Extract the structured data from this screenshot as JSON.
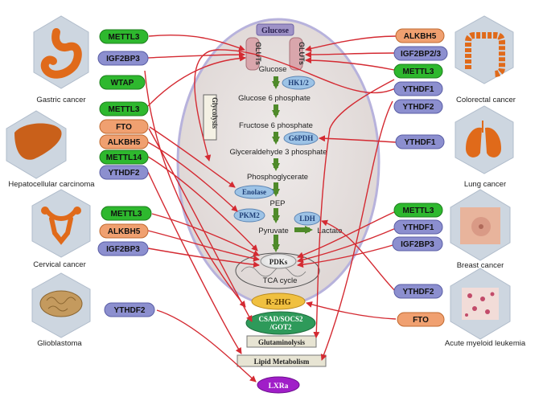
{
  "cell": {
    "glucose_top": "Glucose",
    "gluts_left": "GLUTs",
    "gluts_right": "GLUTs",
    "glycolysis": "Glycolysis",
    "glycolysis_chain": [
      "Glucose",
      "Glucose 6 phosphate",
      "Fructose 6 phosphate",
      "Glyceraldehyde 3 phosphate",
      "Phosphoglycerate",
      "PEP",
      "Pyruvate"
    ],
    "lactate": "Lactate",
    "enzymes": {
      "hk": "HK1/2",
      "g6pdh": "G6PDH",
      "enolase": "Enolase",
      "pkm2": "PKM2",
      "ldh": "LDH",
      "pdks": "PDKs"
    },
    "tca": "TCA cycle"
  },
  "lower": {
    "r2hg": "R-2HG",
    "csad": [
      "CSAD/SOCS2",
      "/GOT2"
    ],
    "glutaminolysis": "Glutaminolysis",
    "lipid": "Lipid Metabolism",
    "lxra": "LXRa"
  },
  "cancers": {
    "gastric": "Gastric cancer",
    "hcc": "Hepatocellular carcinoma",
    "cervical": "Cervical cancer",
    "glioblastoma": "Glioblastoma",
    "colorectal": "Colorectal cancer",
    "lung": "Lung cancer",
    "breast": "Breast cancer",
    "aml": "Acute myeloid leukemia"
  },
  "left_regulators": {
    "gastric": [
      "METTL3",
      "IGF2BP3",
      "WTAP"
    ],
    "hcc": [
      "METTL3",
      "FTO",
      "ALKBH5",
      "METTL14",
      "YTHDF2"
    ],
    "cervical": [
      "METTL3",
      "ALKBH5",
      "IGF2BP3"
    ],
    "glioblastoma": [
      "YTHDF2"
    ]
  },
  "right_regulators": {
    "colorectal": [
      "ALKBH5",
      "IGF2BP2/3",
      "METTL3",
      "YTHDF1",
      "YTHDF2"
    ],
    "lung": [
      "YTHDF1"
    ],
    "breast": [
      "METTL3",
      "YTHDF1",
      "IGF2BP3"
    ],
    "aml_top": [
      "YTHDF2"
    ],
    "aml": [
      "FTO"
    ]
  },
  "colors": {
    "writer_green": "#2eb82e",
    "reader_purple": "#8c8fcf",
    "eraser_orange": "#f0a070",
    "arrow_red": "#d42a32",
    "cell_fill": "#e9e3e2",
    "membrane": "#b7b2dc",
    "pathway_arrow": "#4f8a2a",
    "enzyme_blue": "#9dc3e6",
    "lxra_purple": "#a01ec8",
    "r2hg_yellow": "#f0c040",
    "csad_green": "#2e9a5a"
  },
  "icons": {
    "gastric": "stomach-icon",
    "hcc": "liver-icon",
    "cervical": "uterus-icon",
    "glioblastoma": "brain-icon",
    "colorectal": "colon-icon",
    "lung": "lungs-icon",
    "breast": "breast-icon",
    "aml": "leukemia-cells-icon"
  }
}
